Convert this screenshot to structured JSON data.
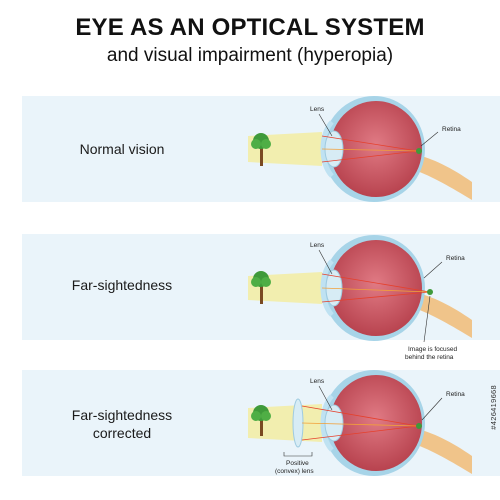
{
  "header": {
    "title": "EYE AS AN OPTICAL SYSTEM",
    "subtitle": "and visual impairment (hyperopia)"
  },
  "panels": [
    {
      "label": "Normal vision",
      "lens_label": "Lens",
      "retina_label": "Retina"
    },
    {
      "label": "Far-sightedness",
      "lens_label": "Lens",
      "retina_label": "Retina",
      "note_line1": "Image is focused",
      "note_line2": "behind the retina"
    },
    {
      "label_line1": "Far-sightedness",
      "label_line2": "corrected",
      "lens_label": "Lens",
      "retina_label": "Retina",
      "corrective_line1": "Positive",
      "corrective_line2": "(convex) lens"
    }
  ],
  "stock_id": "#426419668",
  "colors": {
    "panel_bg": "#eaf4fa",
    "eyeball": "#c9505e",
    "sclera_ring": "#a7d4e8",
    "lens": "#d7ecf5",
    "light_beam": "#f4ec9c",
    "ray": "#e5402c",
    "tree_leaf": "#3f9a3a",
    "tree_trunk": "#7a4a22"
  }
}
